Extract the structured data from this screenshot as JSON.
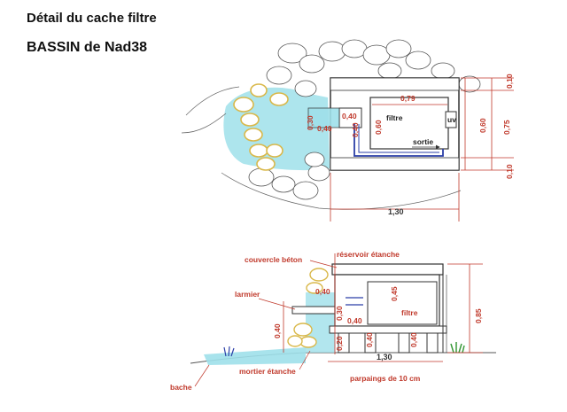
{
  "title": "Détail du cache  filtre",
  "subtitle": "BASSIN de Nad38",
  "top_view": {
    "filtre": "filtre",
    "uv": "uv",
    "sortie": "sortie",
    "dims": {
      "d079": "0,79",
      "d060_left": "0,60",
      "d060_right": "0,60",
      "d075": "0,75",
      "d010_top": "0,10",
      "d010_bottom": "0,10",
      "d030": "0,30",
      "d040_a": "0,40",
      "d040_b": "0,40",
      "d040_c": "0,40",
      "d130": "1,30"
    }
  },
  "section_view": {
    "labels": {
      "couvercle": "couvercle béton",
      "reservoir": "réservoir étanche",
      "larmier": "larmier",
      "filtre": "filtre",
      "mortier": "mortier étanche",
      "bache": "bache",
      "parpaings": "parpaings de 10 cm"
    },
    "dims": {
      "d040_lid": "0,40",
      "d045": "0,45",
      "d085": "0,85",
      "d040_left": "0,40",
      "d030": "0,30",
      "d040_mid": "0,40",
      "d020": "0,20",
      "d040_low_a": "0,40",
      "d040_low_b": "0,40",
      "d130": "1,30"
    }
  },
  "colors": {
    "water": "#9fe0ea",
    "stone_edge": "#d9b84a",
    "pipe": "#2b3fa8",
    "grass": "#3a9a3a",
    "accent_red": "#c0392b"
  }
}
